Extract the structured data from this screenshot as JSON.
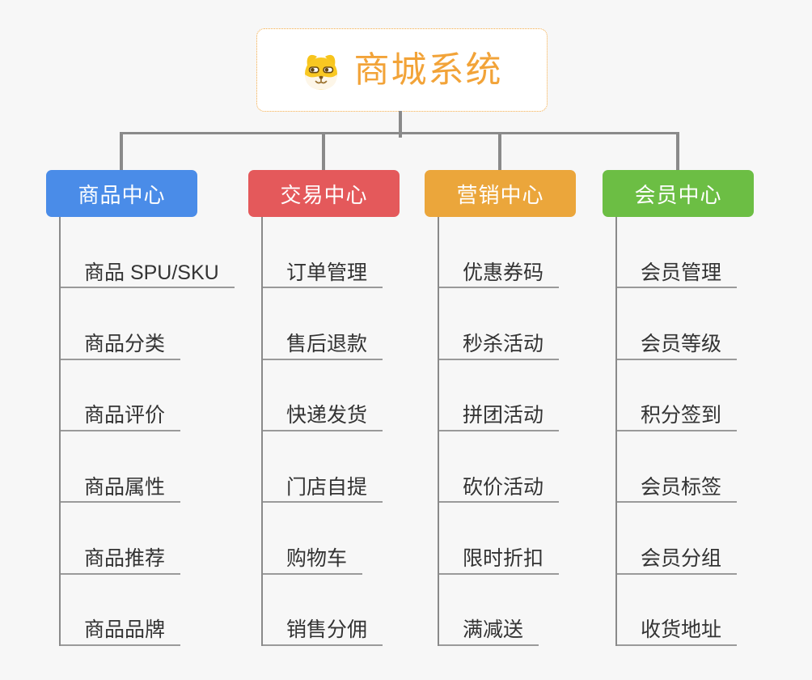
{
  "background": "#f7f7f7",
  "connector_color": "#8a8a8a",
  "root": {
    "title": "商城系统",
    "title_color": "#f2a338",
    "border_color": "#f3aa45",
    "icon": "doge-icon"
  },
  "branches": [
    {
      "label": "商品中心",
      "color": "#4a8ce8",
      "children": [
        "商品 SPU/SKU",
        "商品分类",
        "商品评价",
        "商品属性",
        "商品推荐",
        "商品品牌"
      ]
    },
    {
      "label": "交易中心",
      "color": "#e4595b",
      "children": [
        "订单管理",
        "售后退款",
        "快递发货",
        "门店自提",
        "购物车",
        "销售分佣"
      ]
    },
    {
      "label": "营销中心",
      "color": "#eba63b",
      "children": [
        "优惠券码",
        "秒杀活动",
        "拼团活动",
        "砍价活动",
        "限时折扣",
        "满减送"
      ]
    },
    {
      "label": "会员中心",
      "color": "#6cbe44",
      "children": [
        "会员管理",
        "会员等级",
        "积分签到",
        "会员标签",
        "会员分组",
        "收货地址"
      ]
    }
  ]
}
